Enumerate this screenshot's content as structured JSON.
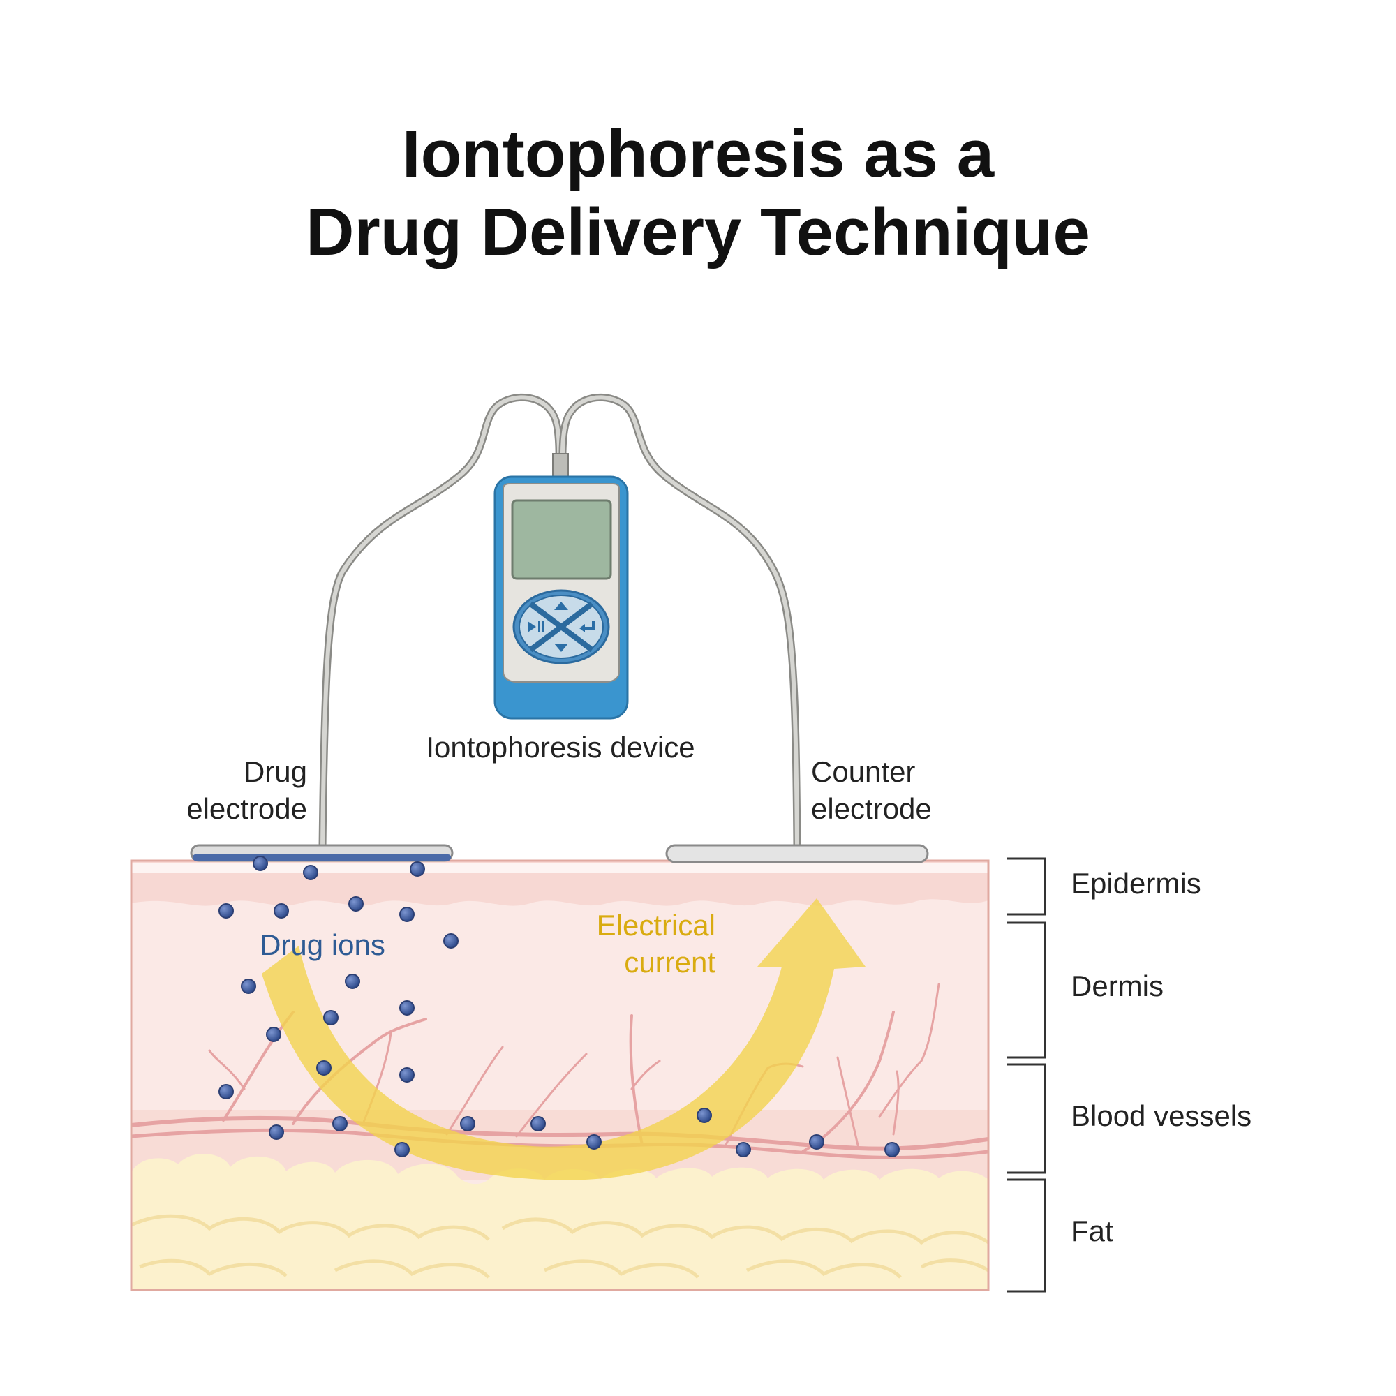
{
  "title": {
    "line1": "Iontophoresis as a",
    "line2": "Drug Delivery Technique"
  },
  "labels": {
    "device": "Iontophoresis device",
    "drug_electrode": [
      "Drug",
      "electrode"
    ],
    "counter_electrode": [
      "Counter",
      "electrode"
    ],
    "drug_ions": "Drug ions",
    "electrical_current": [
      "Electrical",
      "current"
    ]
  },
  "layers": [
    {
      "name": "Epidermis"
    },
    {
      "name": "Dermis"
    },
    {
      "name": "Blood vessels"
    },
    {
      "name": "Fat"
    }
  ],
  "colors": {
    "title": "#111111",
    "ion": "#3d5a9e",
    "ion_label": "#2e5b94",
    "current": "#f2d34b",
    "current_label": "#d9ab10",
    "device_body": "#3b96d0",
    "device_screen": "#9eb7a0",
    "dermis": "#fbe9e6",
    "epidermis": "#f7d8d3",
    "fat": "#fcf2cf",
    "vessel": "#e8a4a4"
  },
  "icons": [
    "play-pause-icon",
    "up-arrow-icon",
    "down-arrow-icon",
    "enter-icon"
  ]
}
